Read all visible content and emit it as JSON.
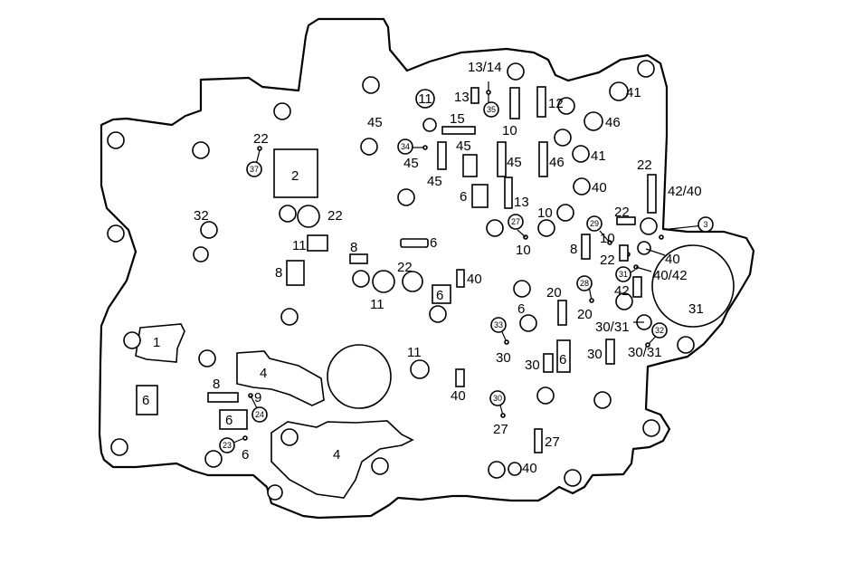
{
  "figure": {
    "labels": {
      "l1314": "13/14",
      "l41a": "41",
      "l13a": "13",
      "l12": "12",
      "l45a": "45",
      "l15": "15",
      "l46a": "46",
      "l22a": "22",
      "l10a": "10",
      "l45b": "45",
      "l45c": "45",
      "l45d": "45",
      "l46b": "46",
      "l41b": "41",
      "l22b": "22",
      "l2": "2",
      "l4240": "42/40",
      "l45e": "45",
      "l40a": "40",
      "l6a": "6",
      "l13b": "13",
      "l32a": "32",
      "l22c": "22",
      "l10b": "10",
      "l22d": "22",
      "l10c": "10",
      "l11a": "11",
      "l8a": "8",
      "l6b": "6",
      "l10d": "10",
      "l8b": "8",
      "l22e": "22",
      "l40b": "40",
      "l8c": "8",
      "l22f": "22",
      "l40c": "40",
      "l4042": "40/42",
      "l11b": "11",
      "l20a": "20",
      "l42": "42",
      "l31a": "31",
      "l6c": "6",
      "l6d": "6",
      "l20b": "20",
      "l1": "1",
      "l3031a": "30/31",
      "l30a": "30",
      "l30b": "30",
      "l30c": "30",
      "l3031b": "30/31",
      "l6e": "6",
      "l11c": "11",
      "l4a": "4",
      "l8d": "8",
      "l9": "9",
      "l40d": "40",
      "l6f": "6",
      "l6g": "6",
      "l27a": "27",
      "l27b": "27",
      "l6h": "6",
      "l4b": "4",
      "l40e": "40"
    },
    "checkballs": {
      "c37": "37",
      "c34": "34",
      "c35": "35",
      "c27": "27",
      "c29": "29",
      "c3": "3",
      "c28": "28",
      "c31": "31",
      "c33": "33",
      "c32": "32",
      "c30": "30",
      "c24": "24",
      "c23": "23",
      "c11": "11"
    }
  }
}
